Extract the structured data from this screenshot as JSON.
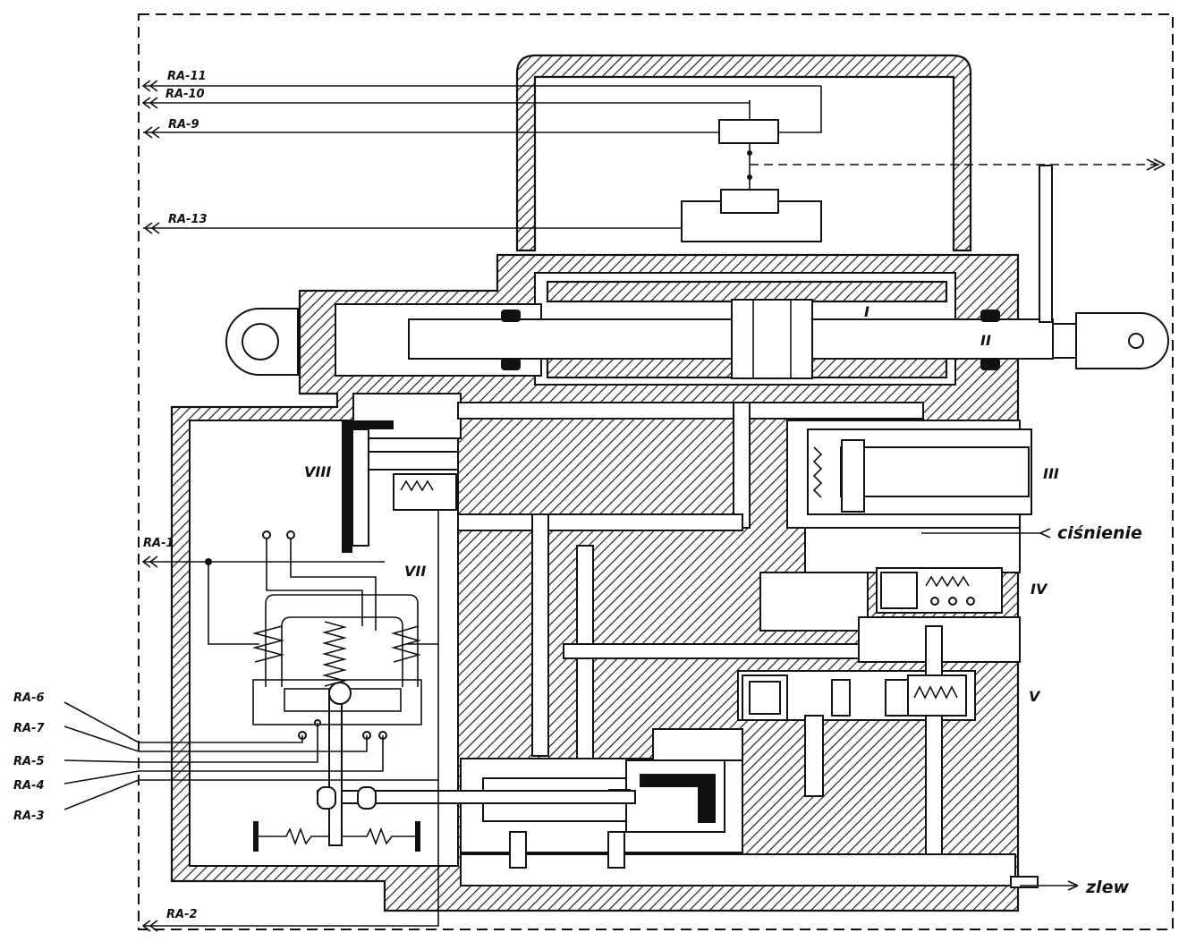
{
  "signal_lines": {
    "ra11": "RA-11",
    "ra10": "RA-10",
    "ra9": "RA-9",
    "ra13": "RA-13",
    "ra1": "RA-1",
    "ra2": "RA-2",
    "ra6": "RA-6",
    "ra7": "RA-7",
    "ra5": "RA-5",
    "ra4": "RA-4",
    "ra3": "RA-3"
  },
  "components": {
    "I": "I",
    "II": "II",
    "III": "III",
    "IV": "IV",
    "V": "V",
    "VII": "VII",
    "VIII": "VIII"
  },
  "ports": {
    "pressure": "ciśnienie",
    "drain": "zlew"
  }
}
